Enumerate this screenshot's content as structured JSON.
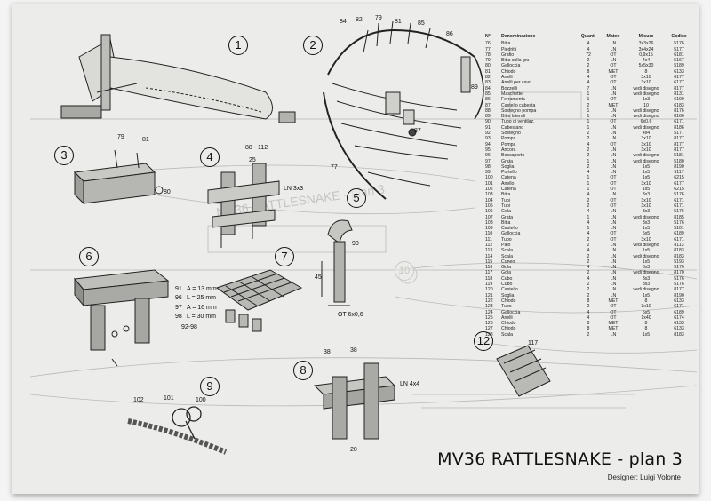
{
  "title": "MV36 RATTLESNAKE - plan 3",
  "designer": "Designer: Luigi Volonte",
  "watermark": "MV36 RATTLESNAKE - plan 3",
  "step_numbers": [
    "1",
    "2",
    "3",
    "4",
    "5",
    "6",
    "7",
    "8",
    "9",
    "10",
    "12"
  ],
  "part_labels": {
    "p79": "79",
    "p81": "81",
    "p80": "80",
    "p88_112": "88 - 112",
    "p25": "25",
    "p90": "90",
    "p45": "45",
    "p91": "91",
    "p96": "96",
    "p97": "97",
    "p98": "98",
    "p92_98": "92-98",
    "p102": "102",
    "p101": "101",
    "p100": "100",
    "p38a": "38",
    "p38b": "38",
    "p20": "20",
    "p117": "117",
    "p84": "84",
    "p82": "82",
    "p79b": "79",
    "p81b": "81",
    "p85": "85",
    "p86": "86",
    "p87": "87",
    "p89": "89",
    "p77": "77"
  },
  "dims": {
    "a13": "A = 13 mm",
    "l25": "L = 25 mm",
    "a16": "A = 16 mm",
    "l30": "L = 30 mm",
    "ln3x3": "LN 3x3",
    "ln4x4": "LN 4x4",
    "ot": "OT 6x0,6"
  },
  "parts_table": {
    "headers": [
      "N°",
      "Denominazione",
      "Quant.",
      "Mater.",
      "Misure",
      "Codice"
    ],
    "rows": [
      [
        "76",
        "Bitta",
        "4",
        "LN",
        "3x3x26",
        "5176"
      ],
      [
        "77",
        "Piedritti",
        "4",
        "LN",
        "3x4x24",
        "5177"
      ],
      [
        "78",
        "Grafio",
        "72",
        "OT",
        "0,9x15",
        "6181"
      ],
      [
        "79",
        "Bitta sulla gru",
        "2",
        "LN",
        "4x4",
        "5167"
      ],
      [
        "80",
        "Galloccia",
        "2",
        "OT",
        "5x5x30",
        "5189"
      ],
      [
        "81",
        "Chiodo",
        "8",
        "MET",
        "8",
        "6133"
      ],
      [
        "82",
        "Anelli",
        "4",
        "OT",
        "3x10",
        "6177"
      ],
      [
        "83",
        "Anelli per cavo",
        "4",
        "OT",
        "3x10",
        "6177"
      ],
      [
        "84",
        "Bozzelli",
        "7",
        "LN",
        "vedi disegno",
        "8177"
      ],
      [
        "85",
        "Maschette",
        "1",
        "LN",
        "vedi disegno",
        "8131"
      ],
      [
        "86",
        "Ferramenta",
        "1",
        "OT",
        "1x3",
        "6190"
      ],
      [
        "87",
        "Castello cabesta",
        "2",
        "MET",
        "10",
        "6183"
      ],
      [
        "88",
        "Sostegno pompa",
        "1",
        "LN",
        "vedi disegno",
        "8176"
      ],
      [
        "89",
        "Bitte laterali",
        "1",
        "LN",
        "vedi disegno",
        "8166"
      ],
      [
        "90",
        "Tubo di ventilaz.",
        "1",
        "OT",
        "6x0,6",
        "6171"
      ],
      [
        "91",
        "Cabestano",
        "1",
        "LN",
        "vedi disegno",
        "8186"
      ],
      [
        "92",
        "Sostegno",
        "2",
        "LN",
        "4x4",
        "5177"
      ],
      [
        "93",
        "Pompa",
        "2",
        "LN",
        "3x10",
        "8177"
      ],
      [
        "94",
        "Pompa",
        "4",
        "OT",
        "3x10",
        "8177"
      ],
      [
        "95",
        "Ancora",
        "2",
        "LN",
        "3x10",
        "8177"
      ],
      [
        "96",
        "Boccaporto",
        "2",
        "LN",
        "vedi disegno",
        "5181"
      ],
      [
        "97",
        "Grata",
        "1",
        "LN",
        "vedi disegno",
        "5180"
      ],
      [
        "98",
        "Soglia",
        "2",
        "LN",
        "1x5",
        "8190"
      ],
      [
        "99",
        "Portello",
        "4",
        "LN",
        "1x5",
        "5117"
      ],
      [
        "100",
        "Catena",
        "1",
        "OT",
        "1x5",
        "6215"
      ],
      [
        "101",
        "Anello",
        "1",
        "OT",
        "3x10",
        "6177"
      ],
      [
        "102",
        "Catena",
        "1",
        "OT",
        "1x5",
        "6215"
      ],
      [
        "103",
        "Bitta",
        "4",
        "LN",
        "3x3",
        "5176"
      ],
      [
        "104",
        "Tubi",
        "2",
        "OT",
        "3x10",
        "6171"
      ],
      [
        "105",
        "Tubi",
        "2",
        "OT",
        "3x10",
        "6171"
      ],
      [
        "106",
        "Gola",
        "4",
        "LN",
        "3x3",
        "5176"
      ],
      [
        "107",
        "Grata",
        "1",
        "LN",
        "vedi disegno",
        "8185"
      ],
      [
        "108",
        "Bitta",
        "4",
        "LN",
        "3x3",
        "5176"
      ],
      [
        "109",
        "Castello",
        "1",
        "LN",
        "1x5",
        "5101"
      ],
      [
        "110",
        "Galloccia",
        "4",
        "OT",
        "5x5",
        "6189"
      ],
      [
        "111",
        "Tubo",
        "2",
        "OT",
        "3x10",
        "6171"
      ],
      [
        "112",
        "Palo",
        "2",
        "LN",
        "vedi disegno",
        "8113"
      ],
      [
        "113",
        "Scala",
        "4",
        "LN",
        "1x5",
        "8183"
      ],
      [
        "114",
        "Scala",
        "2",
        "LN",
        "vedi disegno",
        "8183"
      ],
      [
        "115",
        "Cuneo",
        "2",
        "LN",
        "1x5",
        "5193"
      ],
      [
        "116",
        "Gola",
        "4",
        "LN",
        "3x3",
        "5176"
      ],
      [
        "117",
        "Gola",
        "2",
        "LN",
        "vedi disegno",
        "8170"
      ],
      [
        "118",
        "Cubo",
        "4",
        "LN",
        "3x3",
        "5176"
      ],
      [
        "119",
        "Cubo",
        "2",
        "LN",
        "3x3",
        "5176"
      ],
      [
        "120",
        "Castello",
        "2",
        "LN",
        "vedi disegno",
        "8177"
      ],
      [
        "121",
        "Soglia",
        "2",
        "LN",
        "1x5",
        "8190"
      ],
      [
        "122",
        "Chiodo",
        "8",
        "MET",
        "8",
        "6133"
      ],
      [
        "123",
        "Tubo",
        "2",
        "OT",
        "3x10",
        "6171"
      ],
      [
        "124",
        "Galloccia",
        "4",
        "OT",
        "5x5",
        "6189"
      ],
      [
        "125",
        "Anelli",
        "4",
        "OT",
        "1x40",
        "6174"
      ],
      [
        "126",
        "Chiodo",
        "8",
        "MET",
        "8",
        "6133"
      ],
      [
        "127",
        "Chiodo",
        "8",
        "MET",
        "8",
        "6133"
      ],
      [
        "128",
        "Scala",
        "2",
        "LN",
        "1x5",
        "8183"
      ]
    ]
  }
}
